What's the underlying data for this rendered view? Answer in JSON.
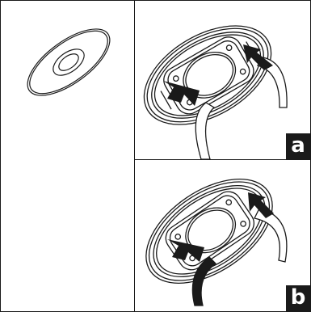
{
  "labels": {
    "step_a": "a",
    "step_b": "b"
  },
  "colors": {
    "line": "#1a1a1a",
    "background": "#ffffff"
  },
  "figures": {
    "left": "disc",
    "a": "frame-with-two-arrows",
    "b": "frame-with-two-arrows"
  }
}
